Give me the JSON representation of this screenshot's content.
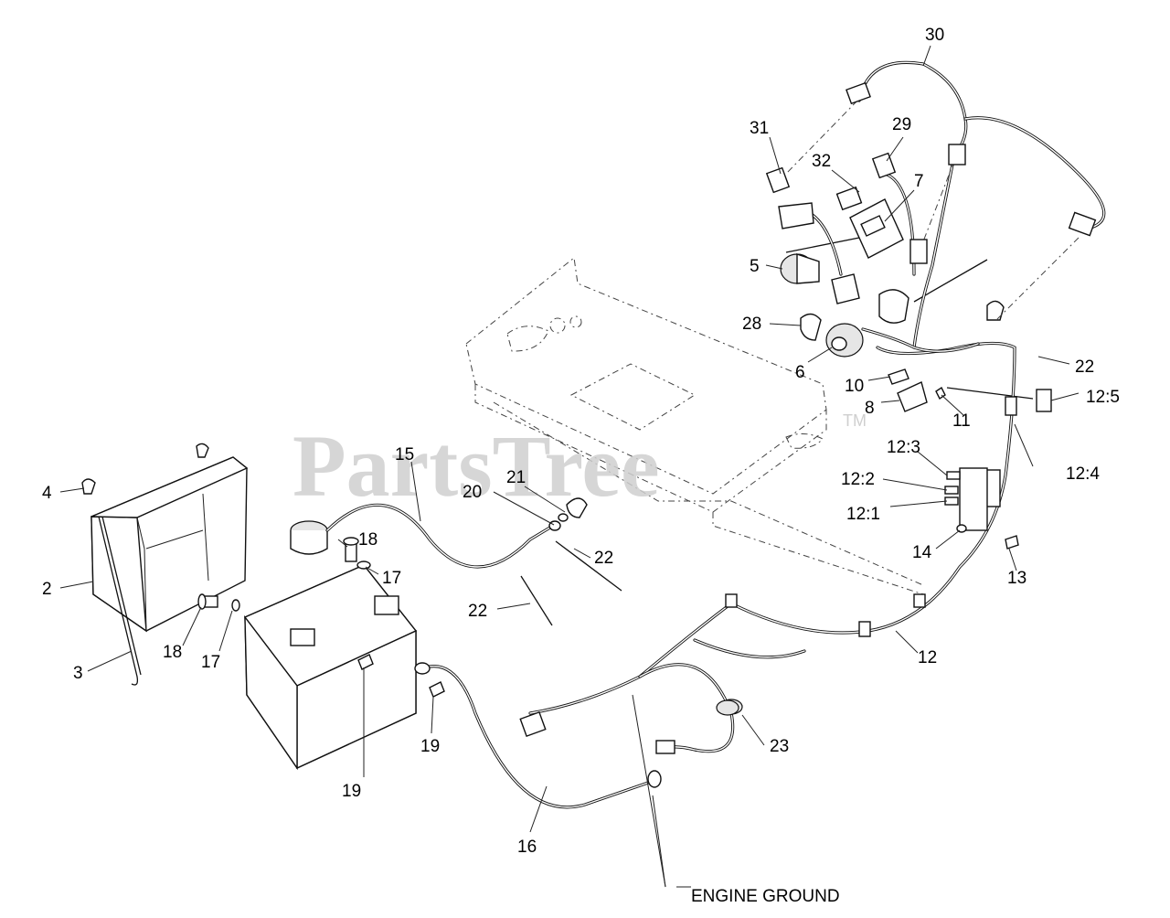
{
  "watermark": {
    "text": "PartsTree",
    "mark": "TM"
  },
  "callouts": {
    "c2": "2",
    "c3": "3",
    "c4": "4",
    "c5": "5",
    "c6": "6",
    "c7": "7",
    "c8": "8",
    "c10": "10",
    "c11": "11",
    "c12": "12",
    "c12_1": "12:1",
    "c12_2": "12:2",
    "c12_3": "12:3",
    "c12_4": "12:4",
    "c12_5": "12:5",
    "c13": "13",
    "c14": "14",
    "c15": "15",
    "c16": "16",
    "c17a": "17",
    "c17b": "17",
    "c18a": "18",
    "c18b": "18",
    "c19a": "19",
    "c19b": "19",
    "c20": "20",
    "c21": "21",
    "c22a": "22",
    "c22b": "22",
    "c22c": "22",
    "c23": "23",
    "c28": "28",
    "c29": "29",
    "c30": "30",
    "c31": "31",
    "c32": "32"
  },
  "engine_ground": "ENGINE GROUND"
}
